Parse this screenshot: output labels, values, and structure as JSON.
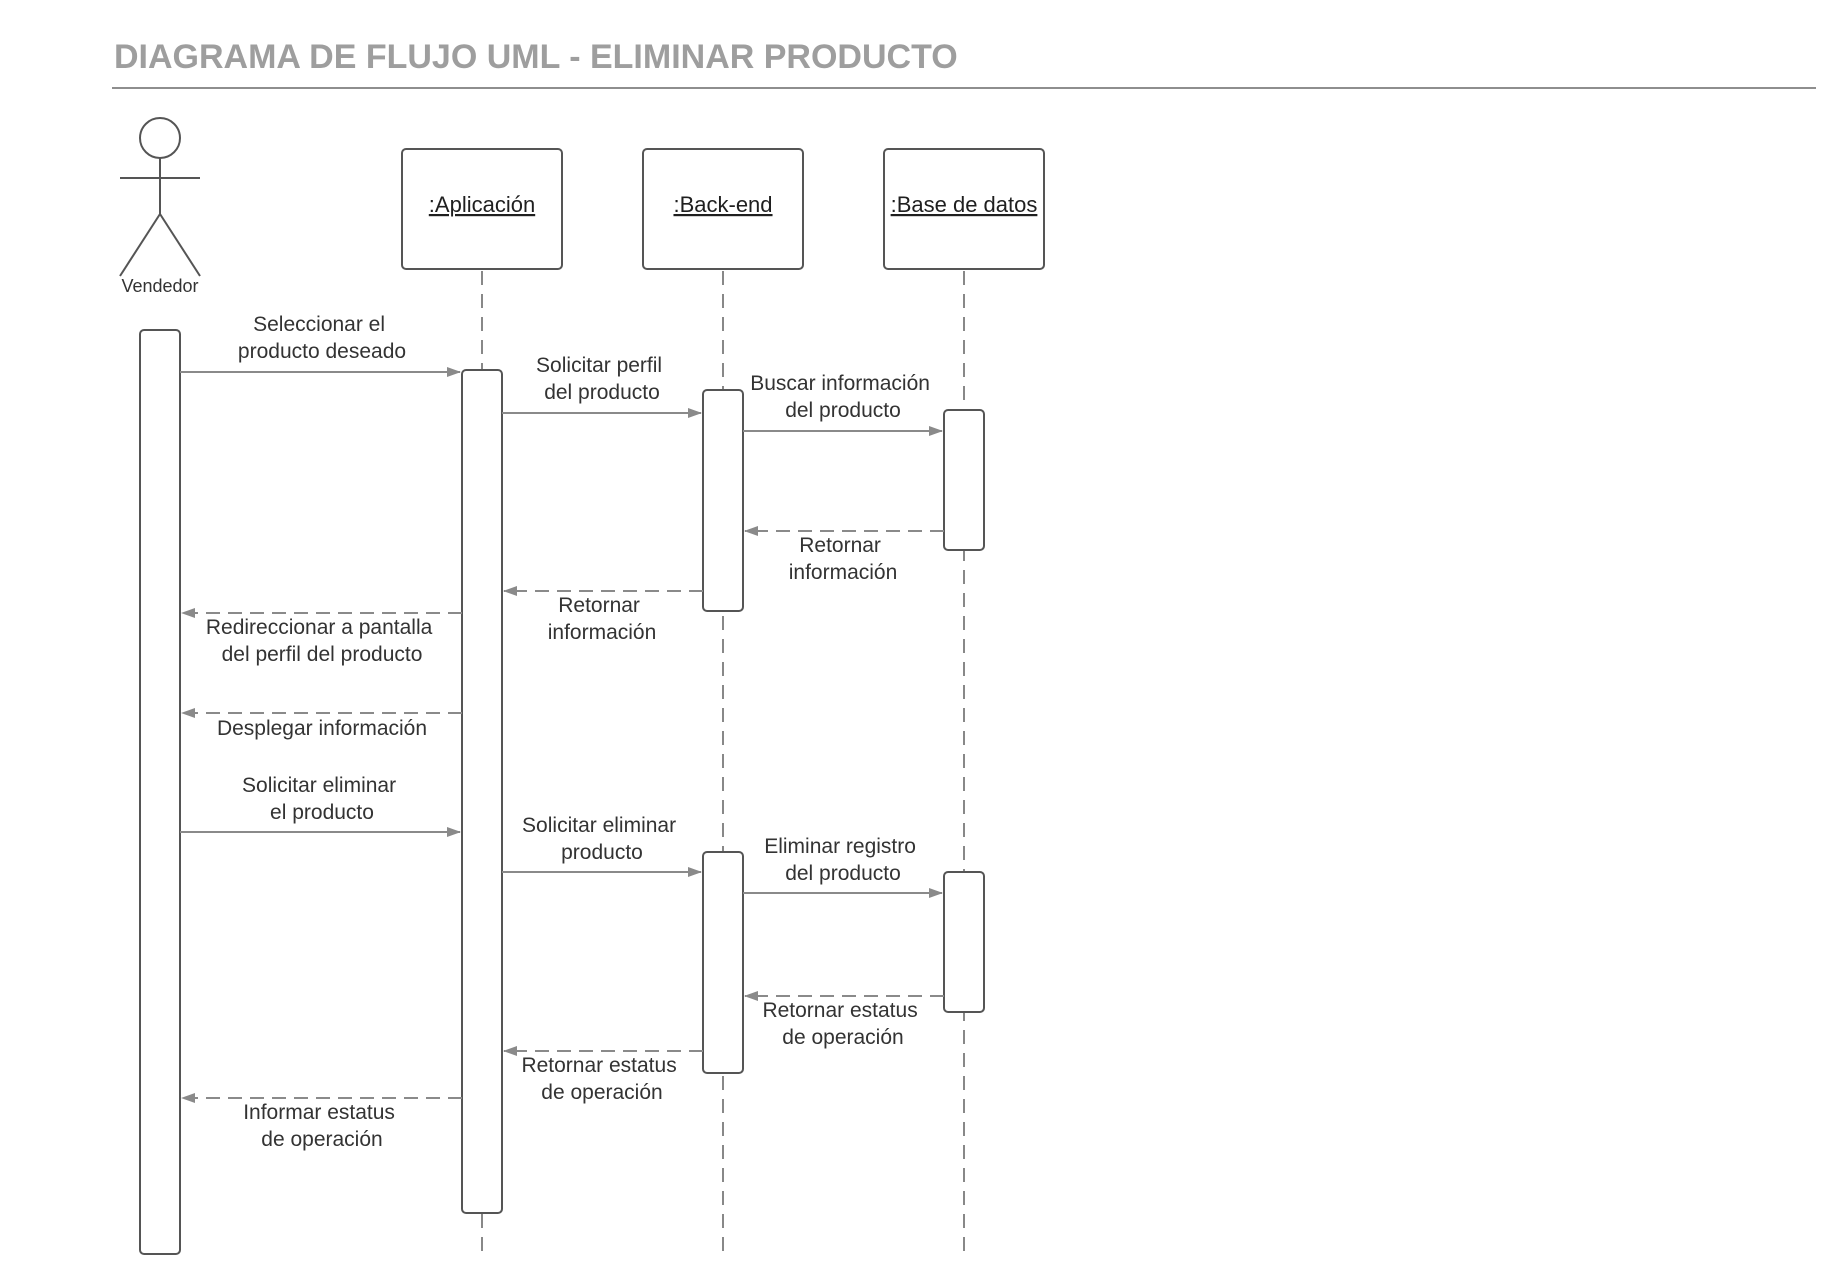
{
  "title": "DIAGRAMA DE FLUJO UML - ELIMINAR PRODUCTO",
  "colors": {
    "title": "#9e9e9e",
    "stroke": "#555555",
    "arrow": "#8a8a8a",
    "text": "#333333"
  },
  "actor": {
    "label": "Vendedor"
  },
  "participants": [
    {
      "id": "app",
      "label": ":Aplicación"
    },
    {
      "id": "backend",
      "label": ":Back-end"
    },
    {
      "id": "db",
      "label": ":Base de datos"
    }
  ],
  "messages": [
    {
      "from": "actor",
      "to": "app",
      "style": "solid",
      "lines": [
        "Seleccionar el",
        "producto deseado"
      ]
    },
    {
      "from": "app",
      "to": "backend",
      "style": "solid",
      "lines": [
        "Solicitar perfil",
        "del producto"
      ]
    },
    {
      "from": "backend",
      "to": "db",
      "style": "solid",
      "lines": [
        "Buscar información",
        "del producto"
      ]
    },
    {
      "from": "db",
      "to": "backend",
      "style": "dashed",
      "lines": [
        "Retornar",
        "información"
      ]
    },
    {
      "from": "backend",
      "to": "app",
      "style": "dashed",
      "lines": [
        "Retornar",
        "información"
      ]
    },
    {
      "from": "app",
      "to": "actor",
      "style": "dashed",
      "lines": [
        "Redireccionar a pantalla",
        "del perfil del producto"
      ]
    },
    {
      "from": "app",
      "to": "actor",
      "style": "dashed",
      "lines": [
        "Desplegar información"
      ]
    },
    {
      "from": "actor",
      "to": "app",
      "style": "solid",
      "lines": [
        "Solicitar eliminar",
        "el producto"
      ]
    },
    {
      "from": "app",
      "to": "backend",
      "style": "solid",
      "lines": [
        "Solicitar eliminar",
        "producto"
      ]
    },
    {
      "from": "backend",
      "to": "db",
      "style": "solid",
      "lines": [
        "Eliminar registro",
        "del producto"
      ]
    },
    {
      "from": "db",
      "to": "backend",
      "style": "dashed",
      "lines": [
        "Retornar estatus",
        "de operación"
      ]
    },
    {
      "from": "backend",
      "to": "app",
      "style": "dashed",
      "lines": [
        "Retornar estatus",
        "de operación"
      ]
    },
    {
      "from": "app",
      "to": "actor",
      "style": "dashed",
      "lines": [
        "Informar estatus",
        "de operación"
      ]
    }
  ]
}
